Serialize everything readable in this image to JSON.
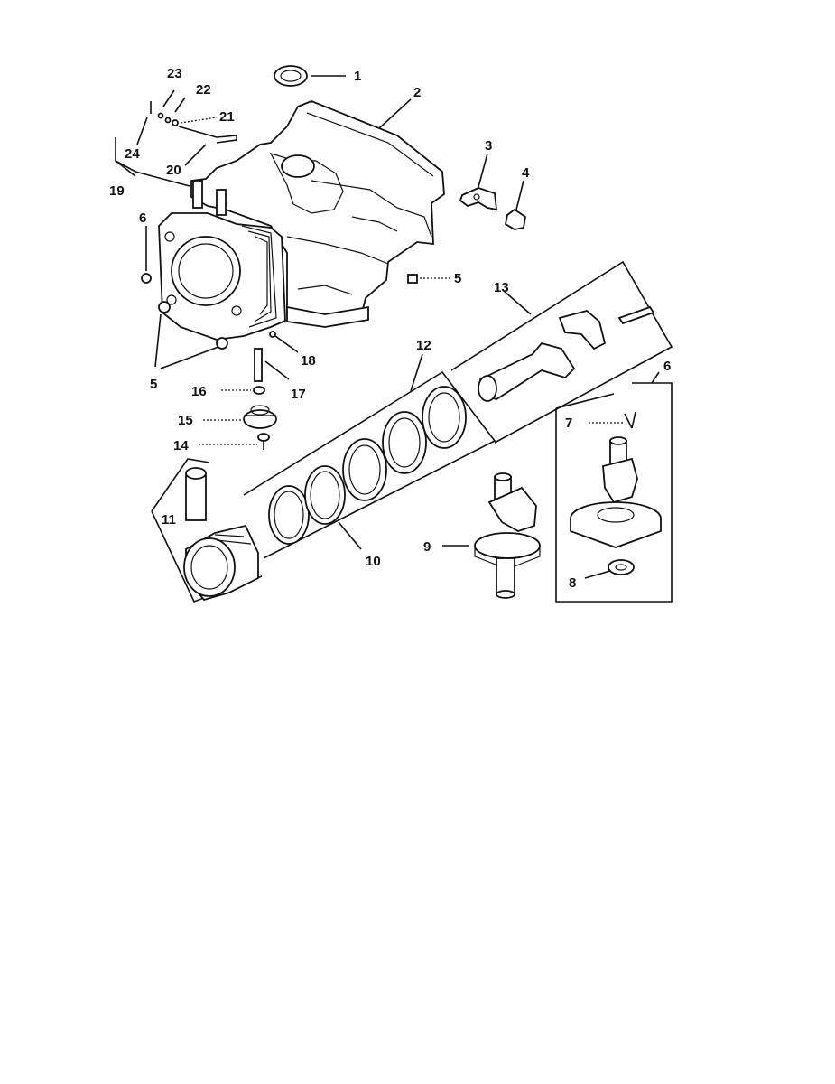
{
  "diagram": {
    "labels": {
      "p1": "1",
      "p2": "2",
      "p3": "3",
      "p4": "4",
      "p5a": "5",
      "p5b": "5",
      "p6a": "6",
      "p6b": "6",
      "p7": "7",
      "p8": "8",
      "p9": "9",
      "p10": "10",
      "p11": "11",
      "p12": "12",
      "p13": "13",
      "p14": "14",
      "p15": "15",
      "p16": "16",
      "p17": "17",
      "p18": "18",
      "p19": "19",
      "p20": "20",
      "p21": "21",
      "p22": "22",
      "p23": "23",
      "p24": "24"
    }
  }
}
